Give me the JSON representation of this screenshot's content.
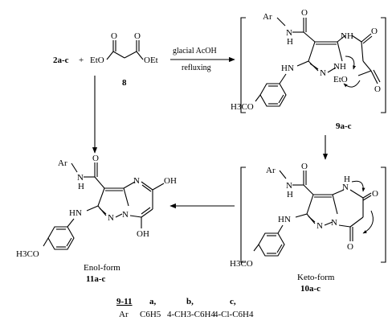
{
  "reactants": {
    "start": "2a-c",
    "plus": "+",
    "ester_left": "EtO",
    "ester_right": "OEt",
    "ester_o": "O",
    "ester_label": "8"
  },
  "conditions": {
    "line1": "glacial AcOH",
    "line2": "refluxing"
  },
  "intermediate_9": {
    "ar": "Ar",
    "nh": "N",
    "nh_h": "H",
    "n_ring": "N",
    "nh_ring": "NH",
    "o_amide": "O",
    "o_ester": "O",
    "o_acyl": "O",
    "eto": "EtO",
    "hn": "HN",
    "h3co": "H3CO",
    "label": "9a-c"
  },
  "intermediate_10": {
    "ar": "Ar",
    "nh": "N",
    "nh_h": "H",
    "o_amide": "O",
    "hn_ring": "N",
    "hn_ring_h": "H",
    "n1": "N",
    "n2": "N",
    "o1": "O",
    "o2": "O",
    "hn": "HN",
    "h3co": "H3CO",
    "form": "Keto-form",
    "label": "10a-c"
  },
  "product_11": {
    "ar": "Ar",
    "nh": "N",
    "nh_h": "H",
    "o_amide": "O",
    "n_pyr": "N",
    "n1": "N",
    "n2": "N",
    "oh1": "OH",
    "oh2": "OH",
    "hn": "HN",
    "h3co": "H3CO",
    "form": "Enol-form",
    "label": "11a-c"
  },
  "legend": {
    "header": "9-11",
    "col_a": "a,",
    "col_b": "b,",
    "col_c": "c,",
    "row_label": "Ar",
    "val_a": "C6H5",
    "val_b": "4-CH3-C6H4",
    "val_c": "4-Cl-C6H4"
  }
}
